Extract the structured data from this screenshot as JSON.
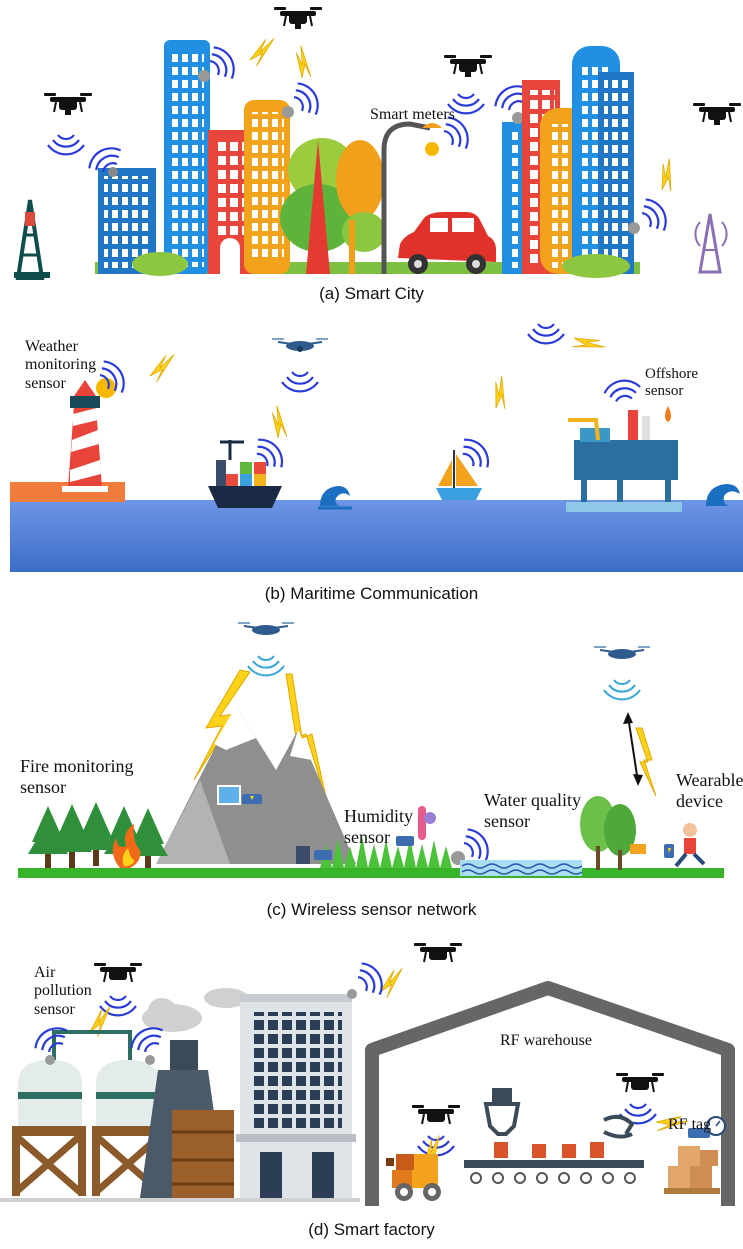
{
  "panels": [
    {
      "caption": "(a) Smart City",
      "labels": {
        "smart_meters": "Smart meters"
      }
    },
    {
      "caption": "(b) Maritime Communication",
      "labels": {
        "weather_line1": "Weather",
        "weather_line2": "monitoring",
        "weather_line3": "sensor",
        "offshore_line1": "Offshore",
        "offshore_line2": "sensor"
      }
    },
    {
      "caption": "(c) Wireless sensor network",
      "labels": {
        "fire_line1": "Fire monitoring",
        "fire_line2": "sensor",
        "humidity_line1": "Humidity",
        "humidity_line2": "sensor",
        "water_line1": "Water quality",
        "water_line2": "sensor",
        "wearable_line1": "Wearable",
        "wearable_line2": "device"
      }
    },
    {
      "caption": "(d) Smart factory",
      "labels": {
        "air_line1": "Air",
        "air_line2": "pollution",
        "air_line3": "sensor",
        "rf_warehouse": "RF warehouse",
        "rf_tag": "RF tag"
      }
    }
  ],
  "colors": {
    "lightning": "#ffd21a",
    "wave": "#2a3bd6",
    "sea": "#4d7fd9",
    "grass": "#38b42a",
    "drone": "#111111",
    "drone_blue": "#2f5b8e"
  }
}
